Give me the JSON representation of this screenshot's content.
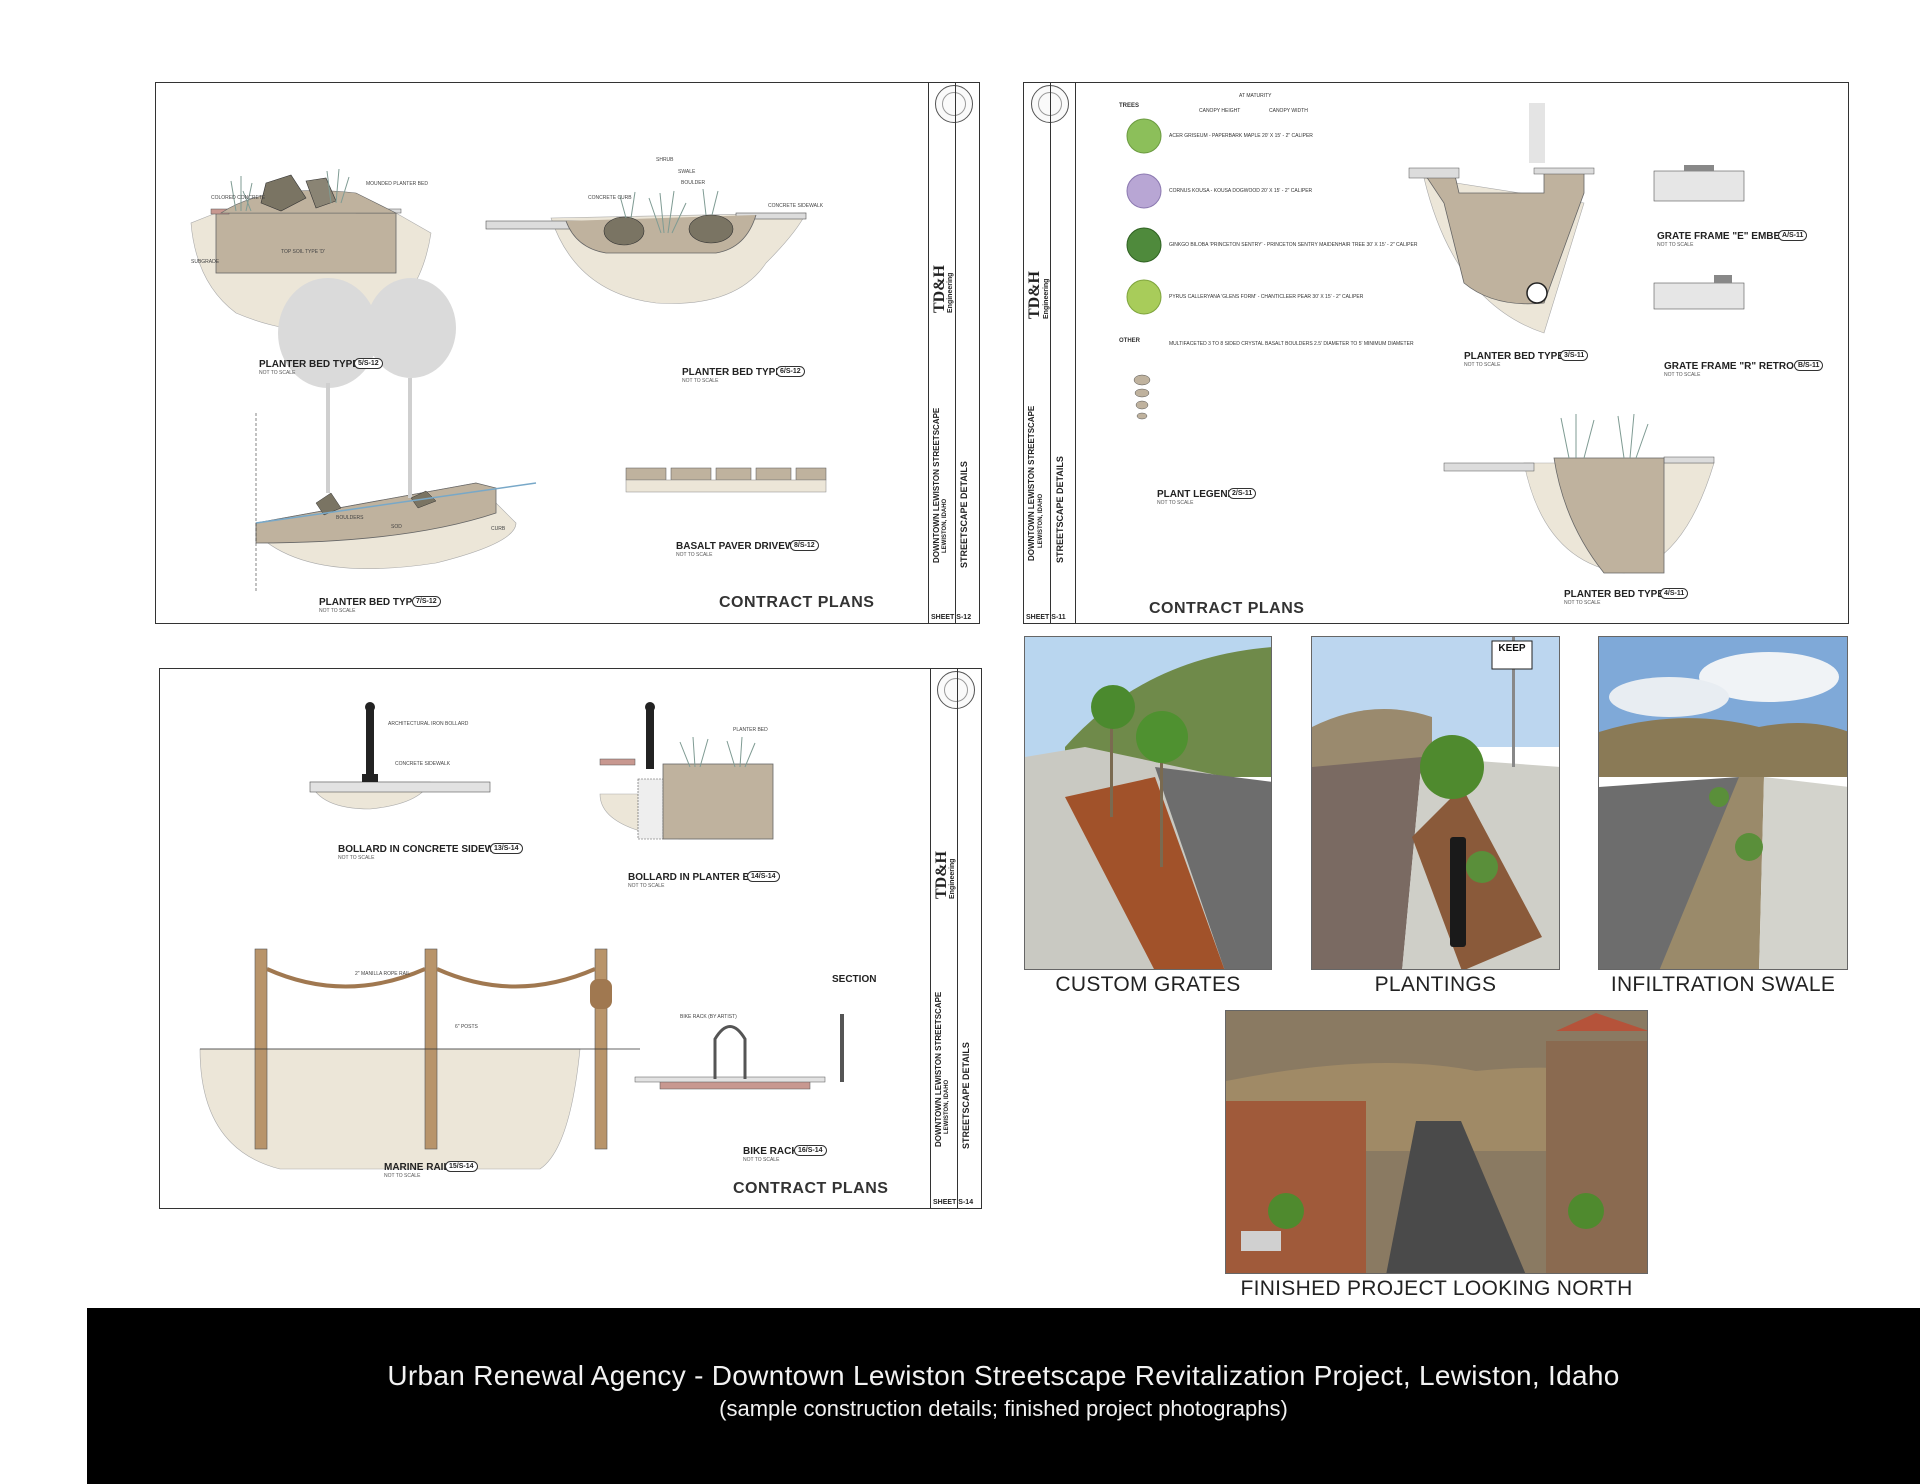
{
  "colors": {
    "soil": "#bfb29e",
    "subgrade": "#ece6d8",
    "curb": "#dcdcdc",
    "concrete_red": "#c89890",
    "grass": "#8fa39a",
    "footer": "#000000"
  },
  "sheet_s12": {
    "labels": {
      "pb3": "PLANTER BED TYPE 3",
      "pb3_ref": "5",
      "pb3_sheet": "S-12",
      "pb4": "PLANTER BED TYPE 4",
      "pb4_ref": "6",
      "pb4_sheet": "S-12",
      "pb5": "PLANTER BED TYPE 5",
      "pb5_ref": "7",
      "pb5_sheet": "S-12",
      "paver": "BASALT PAVER DRIVEWAY",
      "paver_ref": "8",
      "paver_sheet": "S-12",
      "nts": "NOT TO SCALE"
    },
    "notes": {
      "mounded": "MOUNDED PLANTER BED",
      "colored": "COLORED CONCRETE",
      "subgrade": "SUBGRADE",
      "topsoil": "TOP SOIL TYPE 'D'",
      "shrub": "SHRUB",
      "swale": "SWALE",
      "boulder": "BOULDER",
      "curb": "CONCRETE CURB",
      "sidewalk": "CONCRETE SIDEWALK",
      "boulders": "BOULDERS",
      "sod": "SOD",
      "curb2": "CURB"
    },
    "contract": "CONTRACT PLANS",
    "project": "DOWNTOWN LEWISTON STREETSCAPE",
    "city": "LEWISTON, IDAHO",
    "title": "STREETSCAPE DETAILS",
    "sheet": "SHEET",
    "sheet_no": "S-12",
    "firm": "TD&H",
    "firm_sub": "Engineering"
  },
  "sheet_s11": {
    "labels": {
      "trees": "TREES",
      "at_maturity": "AT MATURITY",
      "canopy_h": "CANOPY HEIGHT",
      "canopy_w": "CANOPY WIDTH",
      "t1": "ACER GRISEUM - PAPERBARK MAPLE 20' X 15' - 2\" CALIPER",
      "t2": "CORNUS KOUSA - KOUSA DOGWOOD 20' X 15' - 2\" CALIPER",
      "t3": "GINKGO BILOBA 'PRINCETON SENTRY' - PRINCETON SENTRY MAIDENHAIR TREE 30' X 15' - 2\" CALIPER",
      "t4": "PYRUS CALLERYANA 'GLENS FORM' - CHANTICLEER PEAR 30' X 15' - 2\" CALIPER",
      "other": "OTHER",
      "other_txt": "MULTIFACETED 3 TO 8 SIDED CRYSTAL BASALT BOULDERS 2.5' DIAMETER TO 5' MINIMUM DIAMETER",
      "legend": "PLANT LEGEND",
      "legend_ref": "2",
      "legend_sheet": "S-11",
      "pb1": "PLANTER BED TYPE 1",
      "pb1_ref": "3",
      "pb1_sheet": "S-11",
      "pb2": "PLANTER BED TYPE 2",
      "pb2_ref": "4",
      "pb2_sheet": "S-11",
      "grate_e": "GRATE FRAME \"E\" EMBED",
      "grate_e_ref": "A",
      "grate_e_sheet": "S-11",
      "grate_r": "GRATE FRAME \"R\" RETRO TAB",
      "grate_r_ref": "B",
      "grate_r_sheet": "S-11",
      "nts": "NOT TO SCALE"
    },
    "contract": "CONTRACT PLANS",
    "project": "DOWNTOWN LEWISTON STREETSCAPE",
    "city": "LEWISTON, IDAHO",
    "title": "STREETSCAPE DETAILS",
    "sheet": "SHEET",
    "sheet_no": "S-11",
    "firm": "TD&H",
    "firm_sub": "Engineering"
  },
  "sheet_s14": {
    "labels": {
      "b13": "BOLLARD IN CONCRETE SIDEWALK",
      "b13_ref": "13",
      "b13_sheet": "S-14",
      "b14": "BOLLARD IN PLANTER BED",
      "b14_ref": "14",
      "b14_sheet": "S-14",
      "m15": "MARINE RAIL",
      "m15_ref": "15",
      "m15_sheet": "S-14",
      "k16": "BIKE RACK",
      "k16_ref": "16",
      "k16_sheet": "S-14",
      "section": "SECTION",
      "nts": "NOT TO SCALE"
    },
    "notes": {
      "bollard": "ARCHITECTURAL IRON BOLLARD",
      "sidewalk": "CONCRETE SIDEWALK",
      "planter": "PLANTER BED",
      "rope": "2\" MANILLA ROPE RAIL",
      "posts": "6\" POSTS",
      "bikerack": "BIKE RACK (BY ARTIST)"
    },
    "contract": "CONTRACT PLANS",
    "project": "DOWNTOWN LEWISTON STREETSCAPE",
    "city": "LEWISTON, IDAHO",
    "title": "STREETSCAPE DETAILS",
    "sheet": "SHEET",
    "sheet_no": "S-14",
    "firm": "TD&H",
    "firm_sub": "Engineering"
  },
  "photos": [
    {
      "caption": "CUSTOM GRATES"
    },
    {
      "caption": "PLANTINGS",
      "sign": "KEEP"
    },
    {
      "caption": "INFILTRATION SWALE"
    },
    {
      "caption": "FINISHED PROJECT LOOKING NORTH"
    }
  ],
  "footer": {
    "title": "Urban Renewal Agency - Downtown Lewiston Streetscape Revitalization Project, Lewiston, Idaho",
    "subtitle": "(sample construction details; finished project photographs)"
  }
}
